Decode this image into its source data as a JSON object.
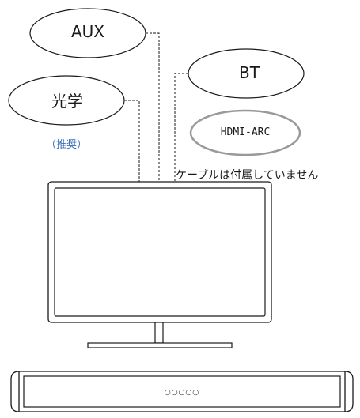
{
  "labels": {
    "aux": "AUX",
    "bt": "BT",
    "optical": "光学",
    "recommended": "（推奨）",
    "hdmi_arc": "HDMI-ARC",
    "cable_note": "ケーブルは付属していません"
  },
  "soundbar": {
    "indicator": "○○○○○"
  },
  "colors": {
    "outline": "#1a1a1a",
    "hdmi_border": "#999999",
    "recommended_text": "#3a6fb8"
  }
}
